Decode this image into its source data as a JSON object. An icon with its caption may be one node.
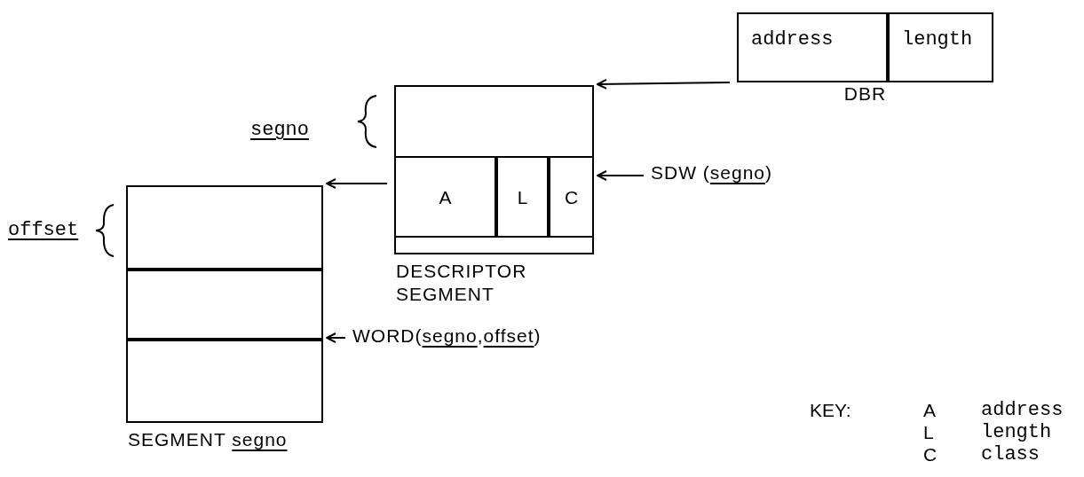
{
  "diagram": {
    "nodes": [
      {
        "text": [
          "DBR"
        ]
      },
      {
        "text": [
          "address"
        ],
        "in": 0
      },
      {
        "text": [
          "length"
        ],
        "in": 0
      },
      {
        "text": [
          "DESCRIPTOR SEGMENT"
        ]
      },
      {
        "text": [],
        "shape": "box",
        "in": 3
      },
      {
        "text": [
          "A"
        ],
        "in": 4
      },
      {
        "text": [
          "L"
        ],
        "in": 4
      },
      {
        "text": [
          "C"
        ],
        "in": 4
      },
      {
        "text": [
          "SEGMENT *segno*"
        ]
      },
      {
        "text": [],
        "shape": "box",
        "in": 8
      },
      {
        "text": [],
        "shape": "box",
        "in": 8
      },
      {
        "text": [],
        "shape": "box",
        "in": 8
      },
      {
        "text": [
          "SDW (*segno*)"
        ]
      },
      {
        "text": [
          "WORD(*segno*,*offset*)"
        ]
      }
    ],
    "edges": [
      {
        "from": 0,
        "to": 3,
        "arrow": "to"
      },
      {
        "from": 4,
        "to": 8,
        "arrow": "to"
      },
      {
        "from": 12,
        "to": 4,
        "arrow": "to"
      },
      {
        "from": 13,
        "to": 11,
        "arrow": "to"
      }
    ],
    "labels": [
      "segno",
      "offset",
      "KEY:",
      "A",
      "address",
      "L",
      "length",
      "C",
      "class"
    ]
  }
}
